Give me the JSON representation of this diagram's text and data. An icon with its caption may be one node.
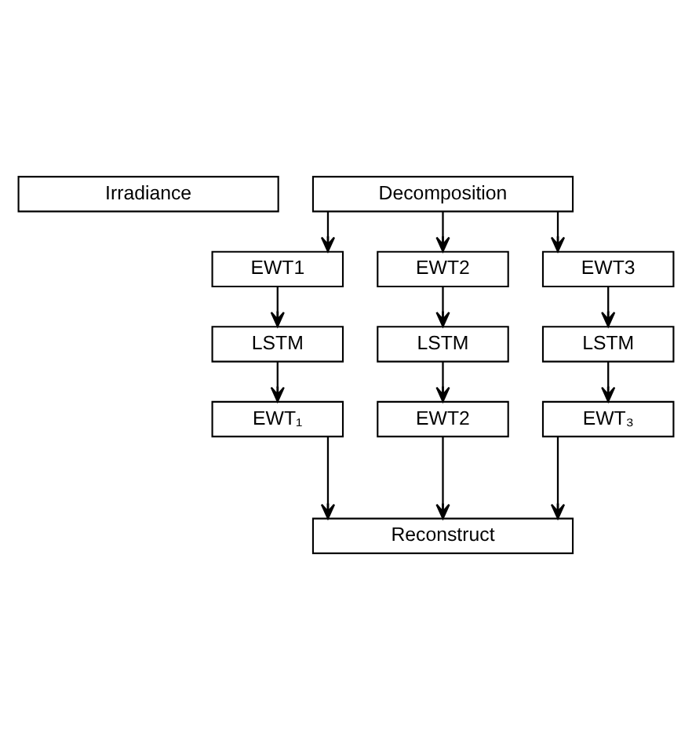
{
  "diagram": {
    "nodes": [
      {
        "text": [
          "Irradiance"
        ]
      },
      {
        "text": [
          "Decomposition"
        ]
      },
      {
        "text": [
          "EWT1"
        ]
      },
      {
        "text": [
          "EWT2"
        ]
      },
      {
        "text": [
          "EWT3"
        ]
      },
      {
        "text": [
          "LSTM"
        ]
      },
      {
        "text": [
          "LSTM"
        ]
      },
      {
        "text": [
          "LSTM"
        ]
      },
      {
        "text": [
          "EWT₁"
        ]
      },
      {
        "text": [
          "EWT2"
        ]
      },
      {
        "text": [
          "EWT₃"
        ]
      },
      {
        "text": [
          "Reconstruct"
        ]
      }
    ],
    "edges": [
      {
        "from": 1,
        "to": 2,
        "arrow": "to"
      },
      {
        "from": 1,
        "to": 3,
        "arrow": "to"
      },
      {
        "from": 1,
        "to": 4,
        "arrow": "to"
      },
      {
        "from": 2,
        "to": 5,
        "arrow": "to"
      },
      {
        "from": 3,
        "to": 6,
        "arrow": "to"
      },
      {
        "from": 4,
        "to": 7,
        "arrow": "to"
      },
      {
        "from": 5,
        "to": 8,
        "arrow": "to"
      },
      {
        "from": 6,
        "to": 9,
        "arrow": "to"
      },
      {
        "from": 7,
        "to": 10,
        "arrow": "to"
      },
      {
        "from": 8,
        "to": 11,
        "arrow": "to"
      },
      {
        "from": 9,
        "to": 11,
        "arrow": "to"
      },
      {
        "from": 10,
        "to": 11,
        "arrow": "to"
      }
    ]
  }
}
